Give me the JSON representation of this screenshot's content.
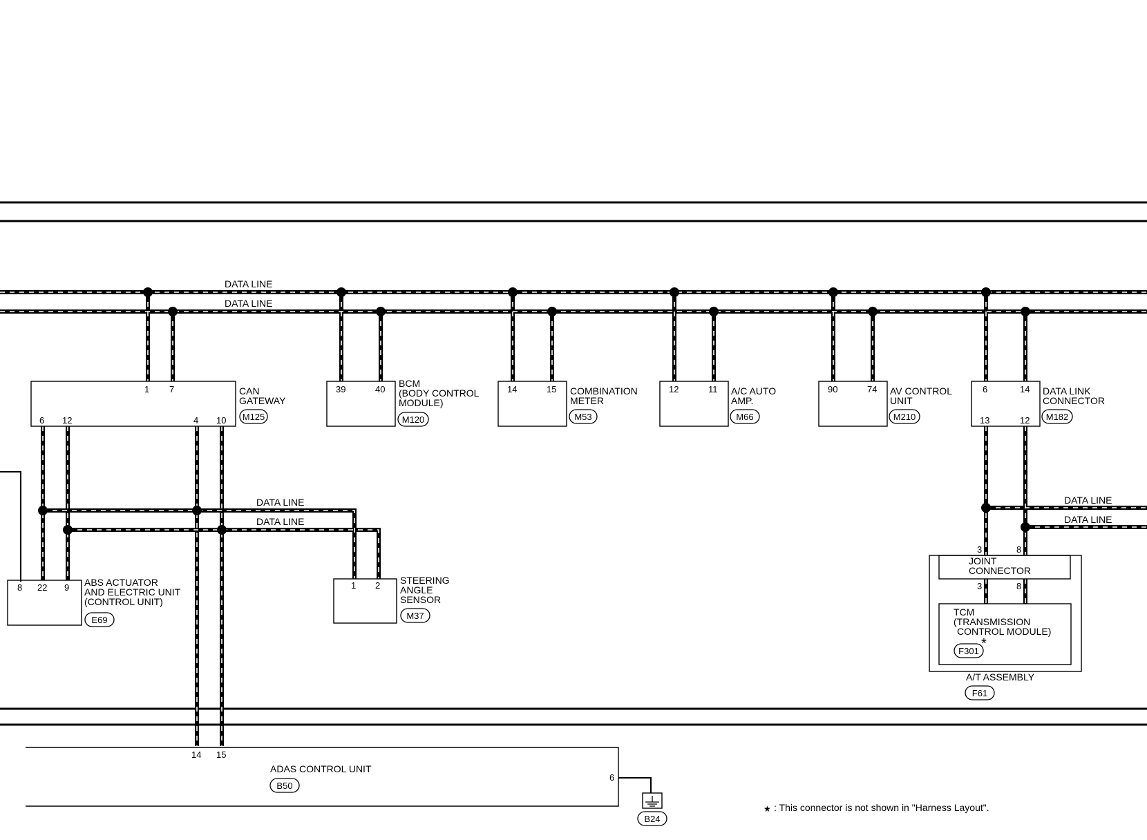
{
  "bus_labels": {
    "top_upper": "DATA LINE",
    "top_lower": "DATA LINE",
    "mid_upper": "DATA LINE",
    "mid_lower": "DATA LINE",
    "right_upper": "DATA LINE",
    "right_lower": "DATA LINE"
  },
  "modules": {
    "can_gateway": {
      "name_lines": [
        "CAN",
        "GATEWAY"
      ],
      "connector": "M125",
      "top_pins": [
        "1",
        "7"
      ],
      "bottom_pins": [
        "6",
        "12",
        "4",
        "10"
      ]
    },
    "bcm": {
      "name_lines": [
        "BCM",
        "(BODY CONTROL",
        "MODULE)"
      ],
      "connector": "M120",
      "pins": [
        "39",
        "40"
      ]
    },
    "combination_meter": {
      "name_lines": [
        "COMBINATION",
        "METER"
      ],
      "connector": "M53",
      "pins": [
        "14",
        "15"
      ]
    },
    "ac_auto_amp": {
      "name_lines": [
        "A/C AUTO",
        "AMP."
      ],
      "connector": "M66",
      "pins": [
        "12",
        "11"
      ]
    },
    "av_control_unit": {
      "name_lines": [
        "AV CONTROL",
        "UNIT"
      ],
      "connector": "M210",
      "pins": [
        "90",
        "74"
      ]
    },
    "data_link_connector": {
      "name_lines": [
        "DATA LINK",
        "CONNECTOR"
      ],
      "connector": "M182",
      "top_pins": [
        "6",
        "14"
      ],
      "bottom_pins": [
        "13",
        "12"
      ]
    },
    "abs_actuator": {
      "name_lines": [
        "ABS ACTUATOR",
        "AND ELECTRIC UNIT",
        "(CONTROL UNIT)"
      ],
      "connector": "E69",
      "pins": [
        "8",
        "22",
        "9"
      ]
    },
    "steering_angle_sensor": {
      "name_lines": [
        "STEERING",
        "ANGLE",
        "SENSOR"
      ],
      "connector": "M37",
      "pins": [
        "1",
        "2"
      ]
    },
    "joint_connector": {
      "name_lines": [
        "JOINT",
        "CONNECTOR"
      ],
      "top_pins": [
        "3",
        "8"
      ],
      "bottom_pins": [
        "3",
        "8"
      ]
    },
    "tcm": {
      "name_lines": [
        "TCM",
        "(TRANSMISSION",
        "CONTROL MODULE)"
      ],
      "connector": "F301",
      "asterisk": "*"
    },
    "at_assembly": {
      "name": "A/T ASSEMBLY",
      "connector": "F61"
    },
    "adas_control_unit": {
      "name": "ADAS CONTROL UNIT",
      "connector": "B50",
      "pins": [
        "14",
        "15",
        "6"
      ]
    },
    "ground": {
      "connector": "B24"
    }
  },
  "footnote": {
    "symbol": "★",
    "text": ": This connector is not shown in \"Harness Layout\"."
  }
}
